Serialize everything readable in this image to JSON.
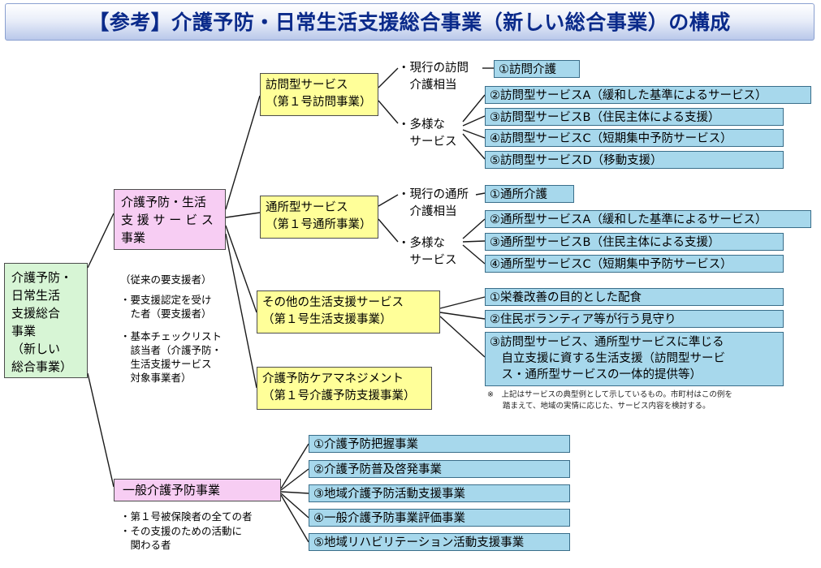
{
  "title": "【参考】介護予防・日常生活支援総合事業（新しい総合事業）の構成",
  "root": {
    "label": "介護予防・\n日常生活\n支援総合\n事業\n（新しい\n総合事業）"
  },
  "svc": {
    "label": "介護予防・生活\n支 援 サ ー ビ ス\n事業",
    "notes": [
      "（従来の要支援者）",
      "・要支援認定を受け\n　た者（要支援者）",
      "・基本チェックリスト\n　該当者（介護予防・\n　生活支援サービス\n　対象事業者）"
    ]
  },
  "visit": {
    "label": "訪問型サービス\n（第１号訪問事業）",
    "cat_current": "・現行の訪問\n　介護相当",
    "cat_diverse": "・多様な\n　サービス",
    "items": [
      "①訪問介護",
      "②訪問型サービスA（緩和した基準によるサービス）",
      "③訪問型サービスB（住民主体による支援）",
      "④訪問型サービスC（短期集中予防サービス）",
      "⑤訪問型サービスD（移動支援）"
    ]
  },
  "day": {
    "label": "通所型サービス\n（第１号通所事業）",
    "cat_current": "・現行の通所\n　介護相当",
    "cat_diverse": "・多様な\n　サービス",
    "items": [
      "①通所介護",
      "②通所型サービスA（緩和した基準によるサービス）",
      "③通所型サービスB（住民主体による支援）",
      "④通所型サービスC（短期集中予防サービス）"
    ]
  },
  "other": {
    "label": "その他の生活支援サービス\n（第１号生活支援事業）",
    "items": [
      "①栄養改善の目的とした配食",
      "②住民ボランティア等が行う見守り",
      "③訪問型サービス、通所型サービスに準じる\n　自立支援に資する生活支援（訪問型サービ\n　ス・通所型サービスの一体的提供等）"
    ],
    "footnote": "※　上記はサービスの典型例として示しているもの。市町村はこの例を\n　　踏まえて、地域の実情に応じた、サービス内容を検討する。"
  },
  "care": {
    "label": "介護予防ケアマネジメント\n（第１号介護予防支援事業）"
  },
  "general": {
    "label": "一般介護予防事業",
    "notes": [
      "・第１号被保険者の全ての者",
      "・その支援のための活動に\n　関わる者"
    ],
    "items": [
      "①介護予防把握事業",
      "②介護予防普及啓発事業",
      "③地域介護予防活動支援事業",
      "④一般介護予防事業評価事業",
      "⑤地域リハビリテーション活動支援事業"
    ]
  }
}
